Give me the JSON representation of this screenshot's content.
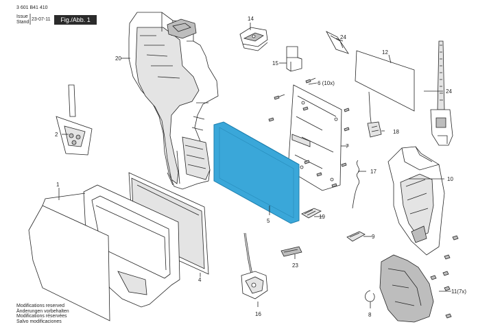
{
  "header": {
    "doc_number": "3 601 B41 410",
    "issue_label": "Issue",
    "stand_label": "Stand",
    "issue_date": "23-07-11",
    "figure": "Fig./Abb. 1"
  },
  "footer": [
    "Modifications reserved",
    "Änderungen vorbehalten",
    "Modifications réservées",
    "Salvo modificaciones"
  ],
  "callouts": {
    "p1": "1",
    "p2": "2",
    "p4": "4",
    "p5": "5",
    "p6": "6 (10x)",
    "p7": "7",
    "p8": "8",
    "p9": "9",
    "p10": "10",
    "p11": "11(7x)",
    "p12": "12",
    "p14": "14",
    "p15": "15",
    "p16": "16",
    "p17": "17",
    "p18": "18",
    "p19": "19",
    "p20": "20",
    "p23": "23",
    "p24a": "24",
    "p24b": "24"
  },
  "colors": {
    "highlight": "#3aa7d9",
    "highlight_stroke": "#1d7fae",
    "line": "#222222",
    "fig_box": "#2b2b2b"
  }
}
